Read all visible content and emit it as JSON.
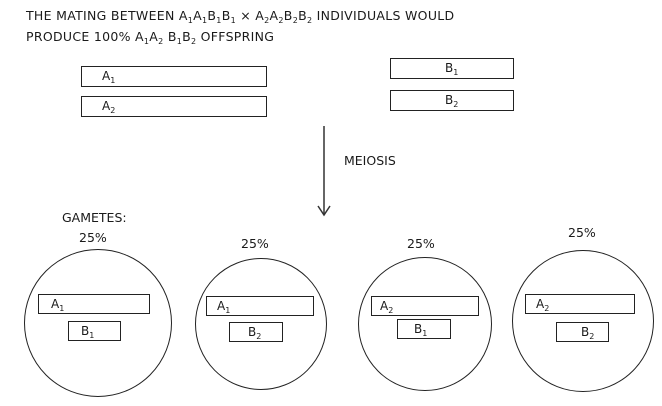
{
  "title": {
    "line1_prefix": "THE MATING BETWEEN ",
    "p1": [
      "A",
      "1",
      "A",
      "1",
      "B",
      "1",
      "B",
      "1"
    ],
    "cross": " × ",
    "p2": [
      "A",
      "2",
      "A",
      "2",
      "B",
      "2",
      "B",
      "2"
    ],
    "line1_suffix": " INDIVIDUALS WOULD",
    "line2_prefix": "PRODUCE 100% ",
    "offspring_a": [
      "A",
      "1",
      "A",
      "2"
    ],
    "offspring_b": [
      "B",
      "1",
      "B",
      "2"
    ],
    "line2_suffix": " OFFSPRING"
  },
  "parents": {
    "a1": {
      "letter": "A",
      "sub": "1"
    },
    "a2": {
      "letter": "A",
      "sub": "2"
    },
    "b1": {
      "letter": "B",
      "sub": "1"
    },
    "b2": {
      "letter": "B",
      "sub": "2"
    }
  },
  "meiosis_label": "MEIOSIS",
  "gametes_label": "GAMETES:",
  "gametes": [
    {
      "percent": "25%",
      "a": {
        "letter": "A",
        "sub": "1"
      },
      "b": {
        "letter": "B",
        "sub": "1"
      }
    },
    {
      "percent": "25%",
      "a": {
        "letter": "A",
        "sub": "1"
      },
      "b": {
        "letter": "B",
        "sub": "2"
      }
    },
    {
      "percent": "25%",
      "a": {
        "letter": "A",
        "sub": "2"
      },
      "b": {
        "letter": "B",
        "sub": "1"
      }
    },
    {
      "percent": "25%",
      "a": {
        "letter": "A",
        "sub": "2"
      },
      "b": {
        "letter": "B",
        "sub": "2"
      }
    }
  ]
}
